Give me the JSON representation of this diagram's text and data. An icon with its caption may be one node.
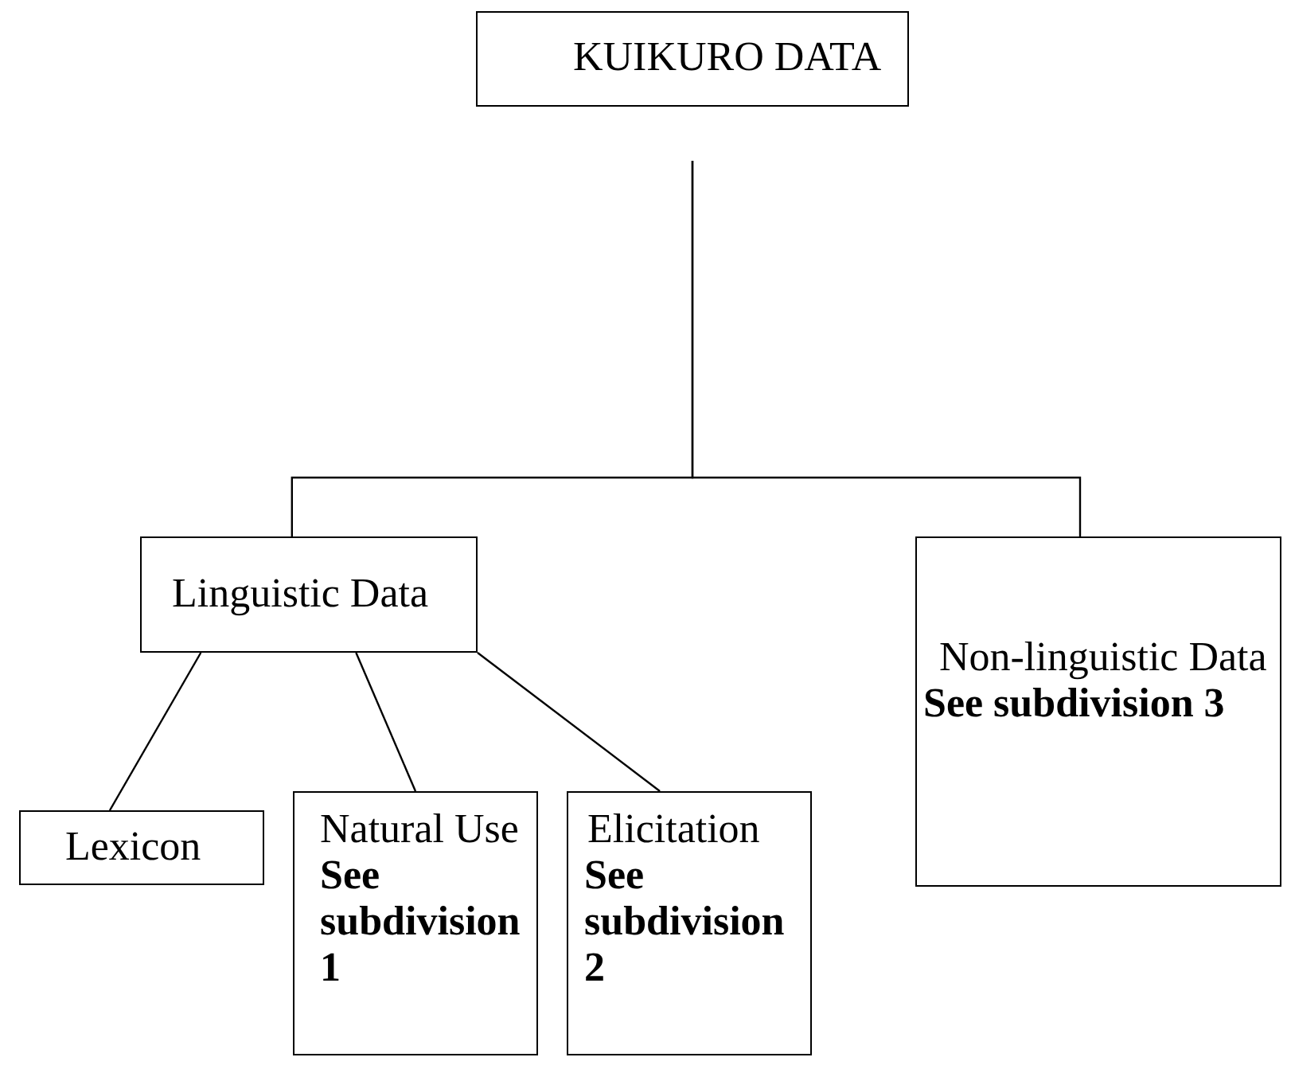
{
  "diagram": {
    "nodes": [
      {
        "text": [
          "KUIKURO DATA"
        ]
      },
      {
        "text": [
          "Linguistic Data"
        ]
      },
      {
        "text": [
          "Non-linguistic Data",
          "See subdivision 3"
        ]
      },
      {
        "text": [
          "Lexicon"
        ]
      },
      {
        "text": [
          "Natural Use",
          "See subdivision 1"
        ]
      },
      {
        "text": [
          "Elicitation",
          "See subdivision 2"
        ]
      }
    ],
    "edges": [
      {
        "from": 0,
        "to": 1,
        "arrow": "none"
      },
      {
        "from": 0,
        "to": 2,
        "arrow": "none"
      },
      {
        "from": 1,
        "to": 3,
        "arrow": "none"
      },
      {
        "from": 1,
        "to": 4,
        "arrow": "none"
      },
      {
        "from": 1,
        "to": 5,
        "arrow": "none"
      }
    ]
  }
}
